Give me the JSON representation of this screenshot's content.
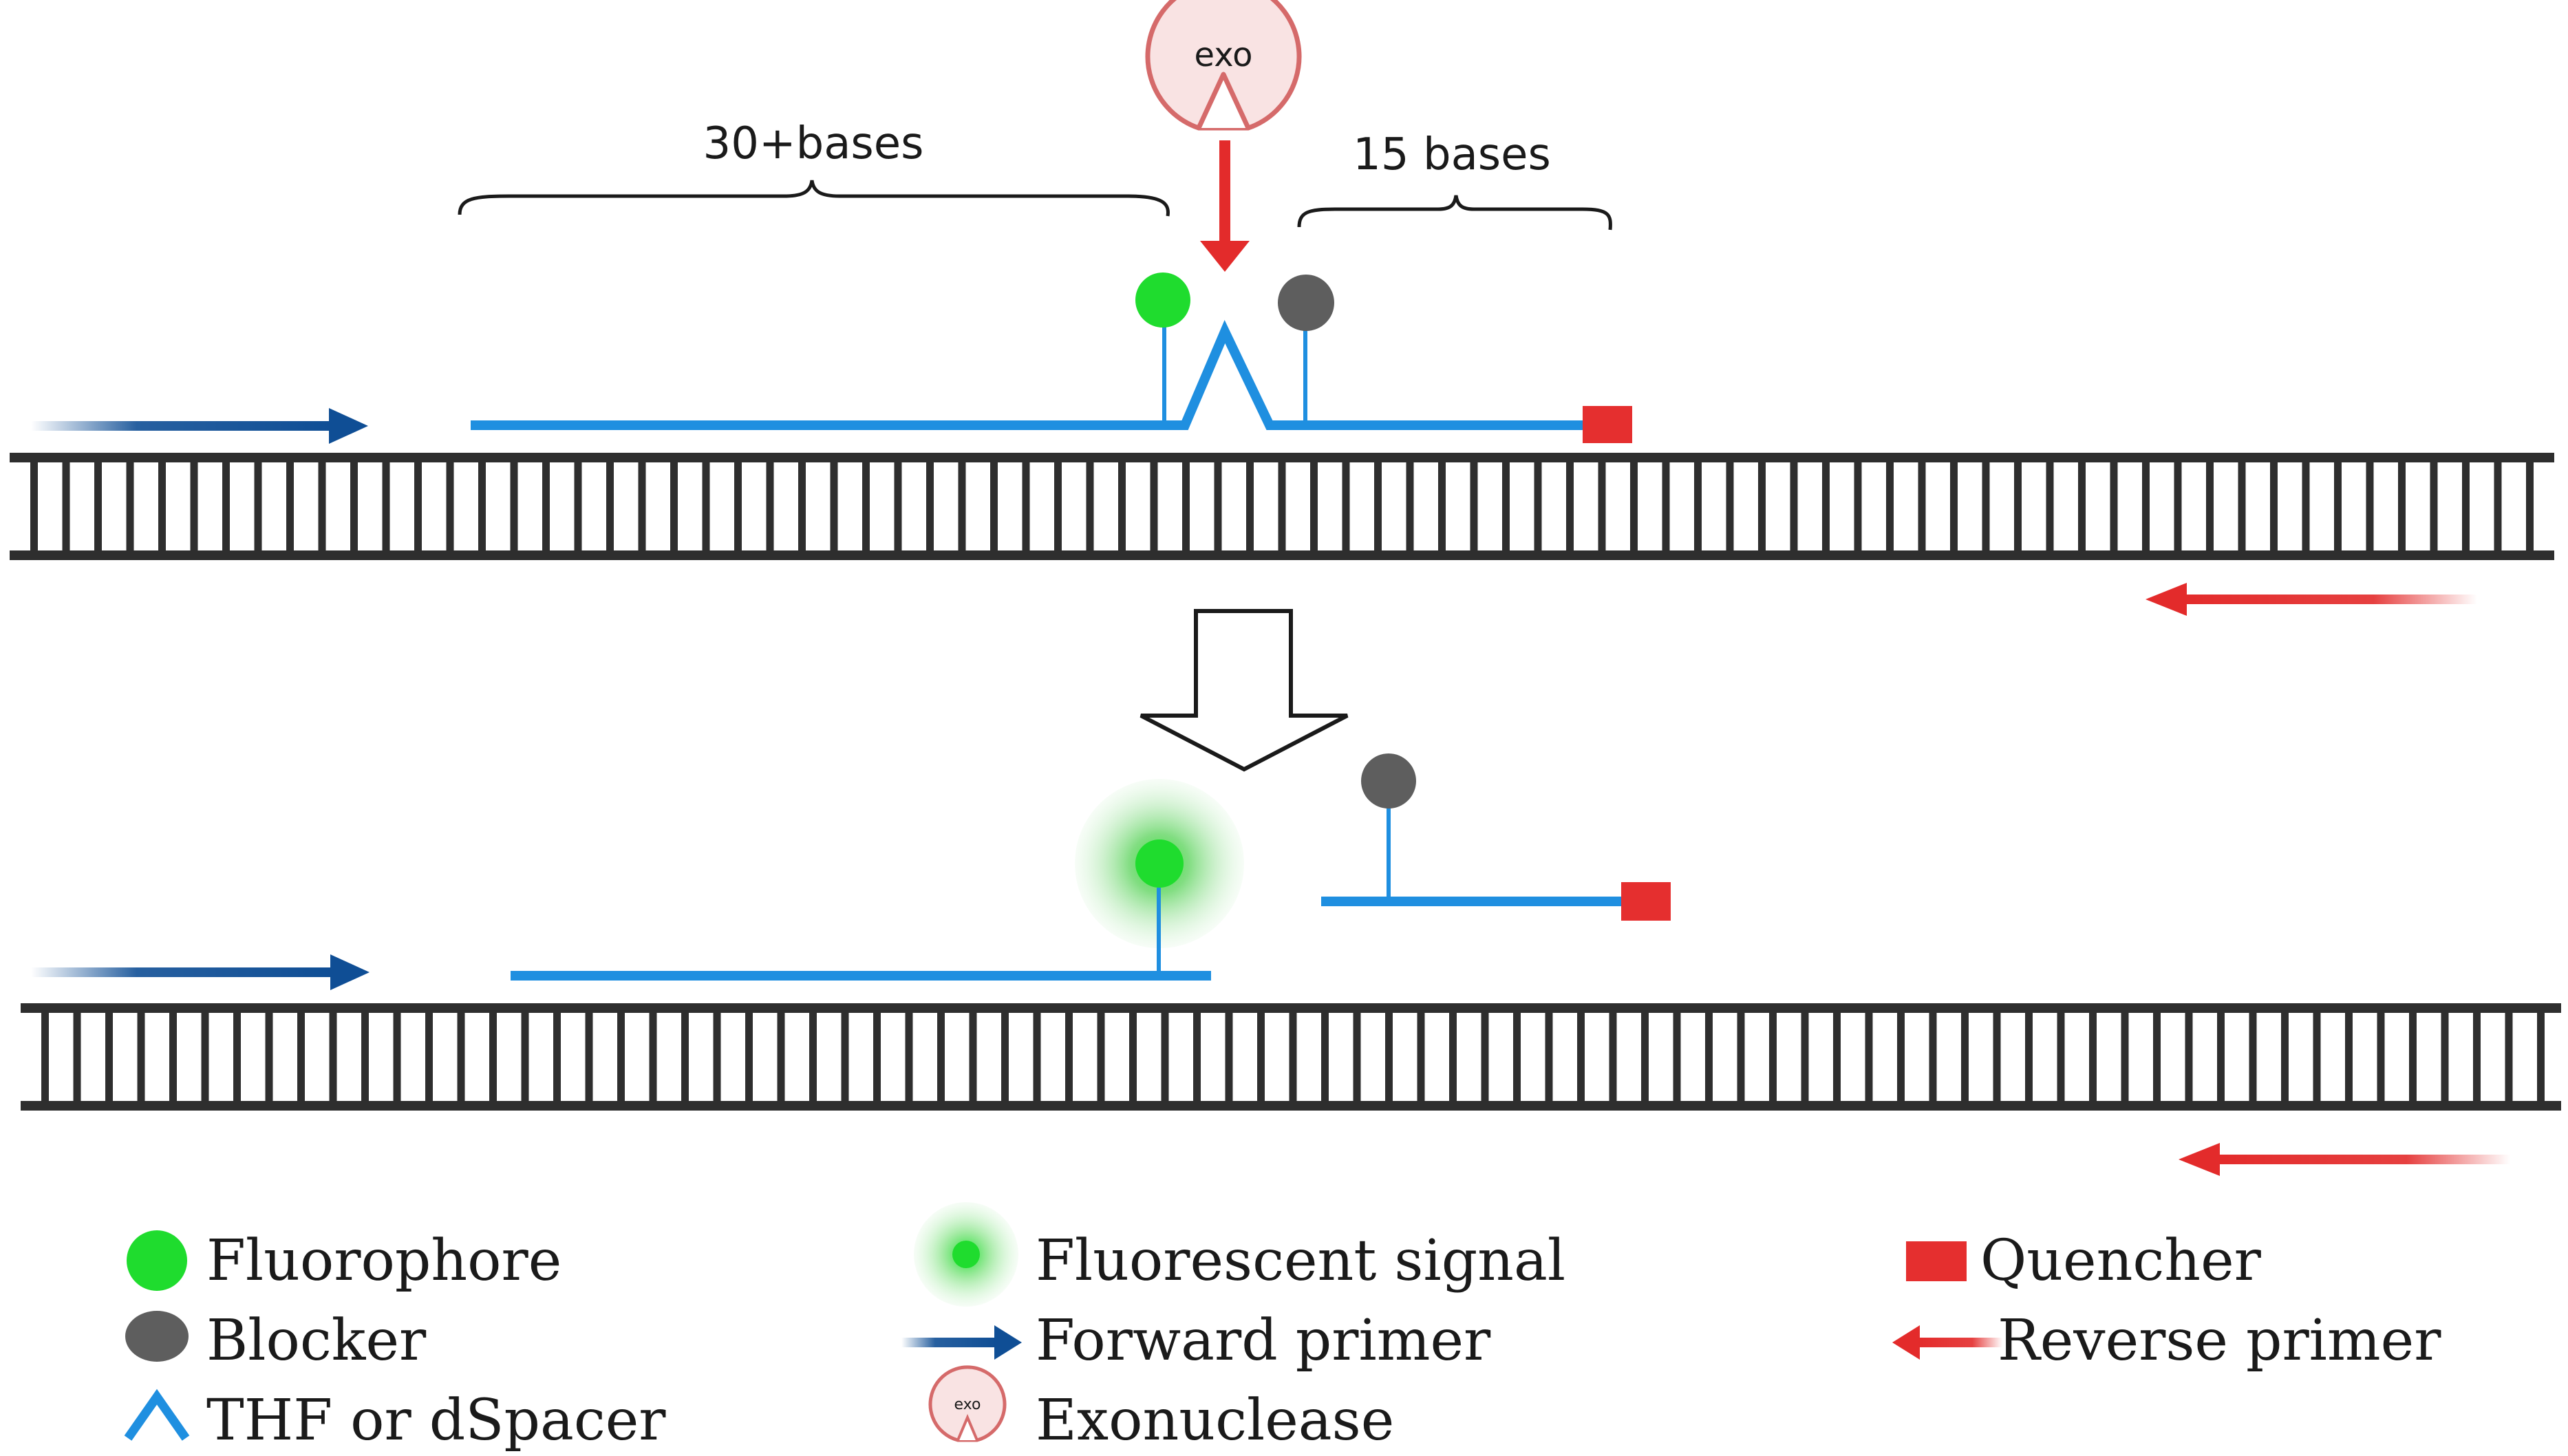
{
  "labels": {
    "exo": "exo",
    "long_span": "30+bases",
    "short_span": "15 bases"
  },
  "legend": [
    {
      "key": "fluorophore",
      "text": "Fluorophore"
    },
    {
      "key": "blocker",
      "text": "Blocker"
    },
    {
      "key": "thf",
      "text": "THF or dSpacer"
    },
    {
      "key": "signal",
      "text": "Fluorescent signal"
    },
    {
      "key": "forward",
      "text": "Forward primer"
    },
    {
      "key": "exonuclease",
      "text": "Exonuclease"
    },
    {
      "key": "quencher",
      "text": "Quencher"
    },
    {
      "key": "reverse",
      "text": "Reverse primer"
    }
  ],
  "legend_exo_icon_text": "exo",
  "colors": {
    "probe": "#1f8fe0",
    "forward_primer": "#0f4e95",
    "reverse_primer": "#e32b2b",
    "fluorophore": "#1fdc2e",
    "blocker": "#5e5e5e",
    "quencher": "#e52f2f",
    "exonuclease_fill": "#f9e3e3",
    "exonuclease_stroke": "#d56a6a",
    "dna": "#2e2e2e"
  }
}
